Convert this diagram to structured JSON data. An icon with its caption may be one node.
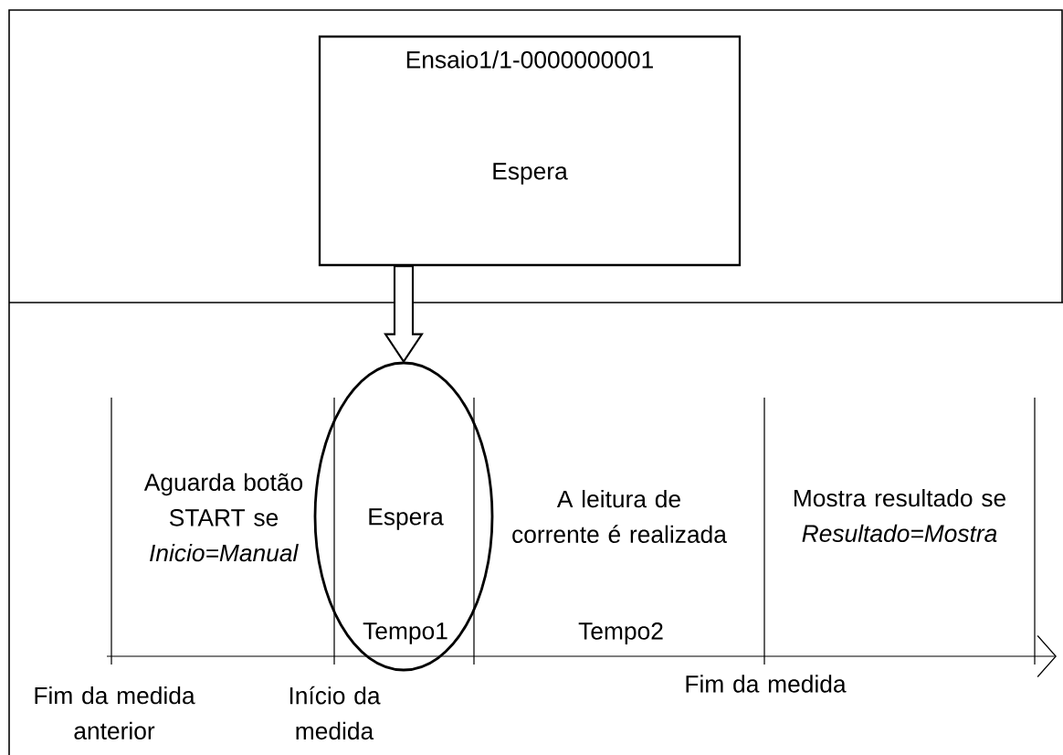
{
  "diagram": {
    "nodes": [
      {
        "text": [
          "Ensaio1/1-0000000001",
          "Espera"
        ]
      },
      {
        "text": [
          "Espera",
          "Tempo1"
        ]
      }
    ],
    "edges": [
      {
        "from": 0,
        "to": 1,
        "arrow": "to"
      }
    ],
    "labels": [
      "Aguarda botão START se *Inicio=Manual*",
      "A leitura de corrente é realizada",
      "Mostra resultado se *Resultado=Mostra*",
      "Tempo2",
      "Fim da medida anterior",
      "Início da medida",
      "Fim da medida"
    ]
  }
}
